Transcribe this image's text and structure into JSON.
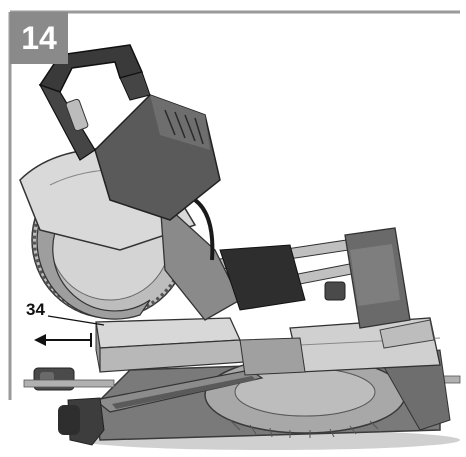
{
  "figure": {
    "step_number": "14",
    "callout_label": "34",
    "illustration": "sliding-mitre-saw-photo",
    "colors": {
      "frame": "#9a9a9a",
      "step_box": "#8a8a8a",
      "metal_light": "#c8c8c8",
      "metal_mid": "#9a9a9a",
      "metal_dark": "#4a4a4a",
      "body_dark": "#3a3a3a"
    }
  }
}
